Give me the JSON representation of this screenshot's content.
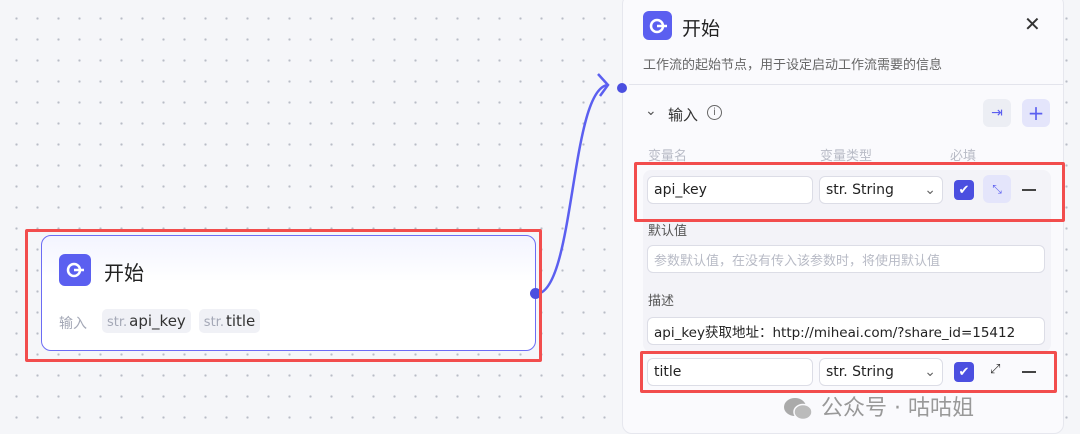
{
  "node": {
    "title": "开始",
    "inputs_label": "输入",
    "inputs": [
      {
        "type": "str.",
        "name": "api_key"
      },
      {
        "type": "str.",
        "name": "title"
      }
    ]
  },
  "panel": {
    "title": "开始",
    "description": "工作流的起始节点，用于设定启动工作流需要的信息",
    "section_label": "输入",
    "columns": [
      "变量名",
      "变量类型",
      "必填"
    ],
    "rows": [
      {
        "name": "api_key",
        "type": "str. String",
        "required": true,
        "default_label": "默认值",
        "default_placeholder": "参数默认值，在没有传入该参数时，将使用默认值",
        "desc_label": "描述",
        "desc_value": "api_key获取地址：http://miheai.com/?share_id=15412"
      },
      {
        "name": "title",
        "type": "str. String",
        "required": true
      }
    ]
  },
  "watermark": "公众号 · 咕咕姐",
  "colors": {
    "accent": "#5b5ff0",
    "highlight": "#f24d4d"
  }
}
